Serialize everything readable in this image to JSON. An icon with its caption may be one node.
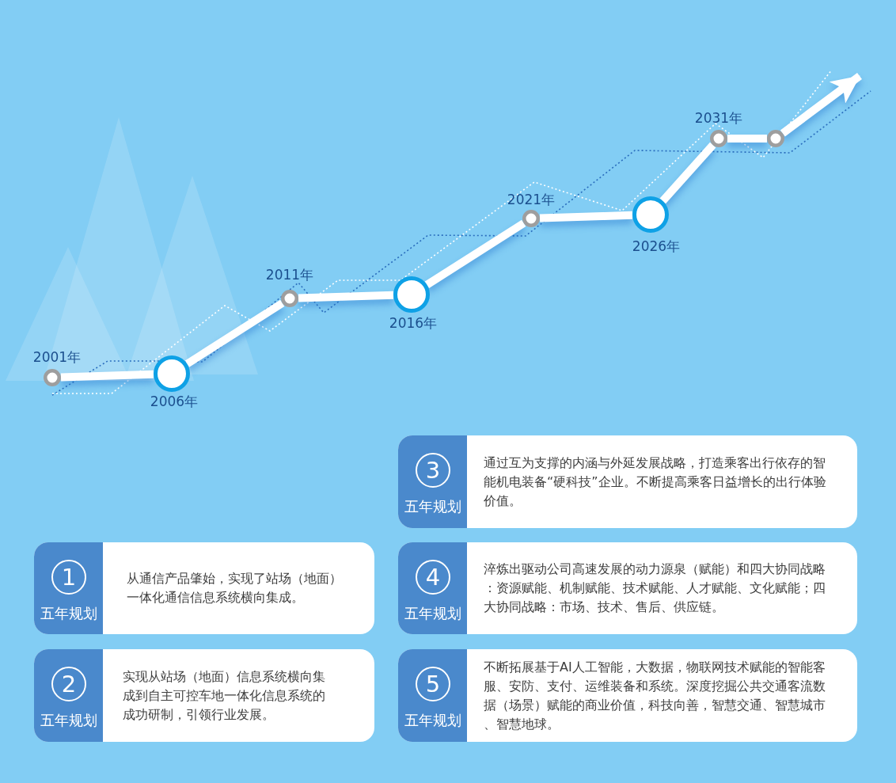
{
  "diagram": {
    "nodes": [
      {
        "text": [],
        "shape": "circle",
        "beside": [
          "2001年"
        ]
      },
      {
        "text": [],
        "shape": "circle",
        "beside": [
          "2006年"
        ]
      },
      {
        "text": [],
        "shape": "circle",
        "beside": [
          "2011年"
        ]
      },
      {
        "text": [],
        "shape": "circle",
        "beside": [
          "2016年"
        ]
      },
      {
        "text": [],
        "shape": "circle",
        "beside": [
          "2021年"
        ]
      },
      {
        "text": [],
        "shape": "circle",
        "beside": [
          "2026年"
        ]
      },
      {
        "text": [],
        "shape": "circle",
        "beside": [
          "2031年"
        ]
      },
      {
        "text": [],
        "shape": "circle"
      },
      {
        "text": [
          "五年规划",
          "从通信产品肇始，实现了站场（地面）一体化通信信息系统横向集成。"
        ]
      },
      {
        "text": [
          "1"
        ],
        "in": 8
      },
      {
        "text": [
          "五年规划",
          "实现从站场（地面）信息系统横向集成到自主可控车地一体化信息系统的成功研制，引领行业发展。"
        ]
      },
      {
        "text": [
          "2"
        ],
        "in": 10
      },
      {
        "text": [
          "五年规划",
          "通过互为支撑的内涵与外延发展战略，打造乘客出行依存的智能机电装备“硬科技”企业。不断提高乘客日益增长的出行体验价值。"
        ]
      },
      {
        "text": [
          "3"
        ],
        "in": 12
      },
      {
        "text": [
          "五年规划",
          "淬炼出驱动公司高速发展的动力源泉（赋能）和四大协同战略：资源赋能、机制赋能、技术赋能、人才赋能、文化赋能；四大协同战略：市场、技术、售后、供应链。"
        ]
      },
      {
        "text": [
          "4"
        ],
        "in": 14
      },
      {
        "text": [
          "五年规划",
          "不断拓展基于AI人工智能，大数据，物联网技术赋能的智能客服、安防、支付、运维装备和系统。深度挖掘公共交通客流数据（场景）赋能的商业价值，科技向善，智慧交通、智慧城市、智慧地球。"
        ]
      },
      {
        "text": [
          "5"
        ],
        "in": 16
      }
    ],
    "edges": [
      {
        "from": 0,
        "to": 1,
        "arrow": "none"
      },
      {
        "from": 1,
        "to": 2,
        "arrow": "none"
      },
      {
        "from": 2,
        "to": 3,
        "arrow": "none"
      },
      {
        "from": 3,
        "to": 4,
        "arrow": "none"
      },
      {
        "from": 4,
        "to": 5,
        "arrow": "none"
      },
      {
        "from": 5,
        "to": 6,
        "arrow": "none"
      },
      {
        "from": 6,
        "to": 7,
        "arrow": "none"
      },
      {
        "from": 7,
        "to": null,
        "arrow": "to"
      }
    ]
  }
}
